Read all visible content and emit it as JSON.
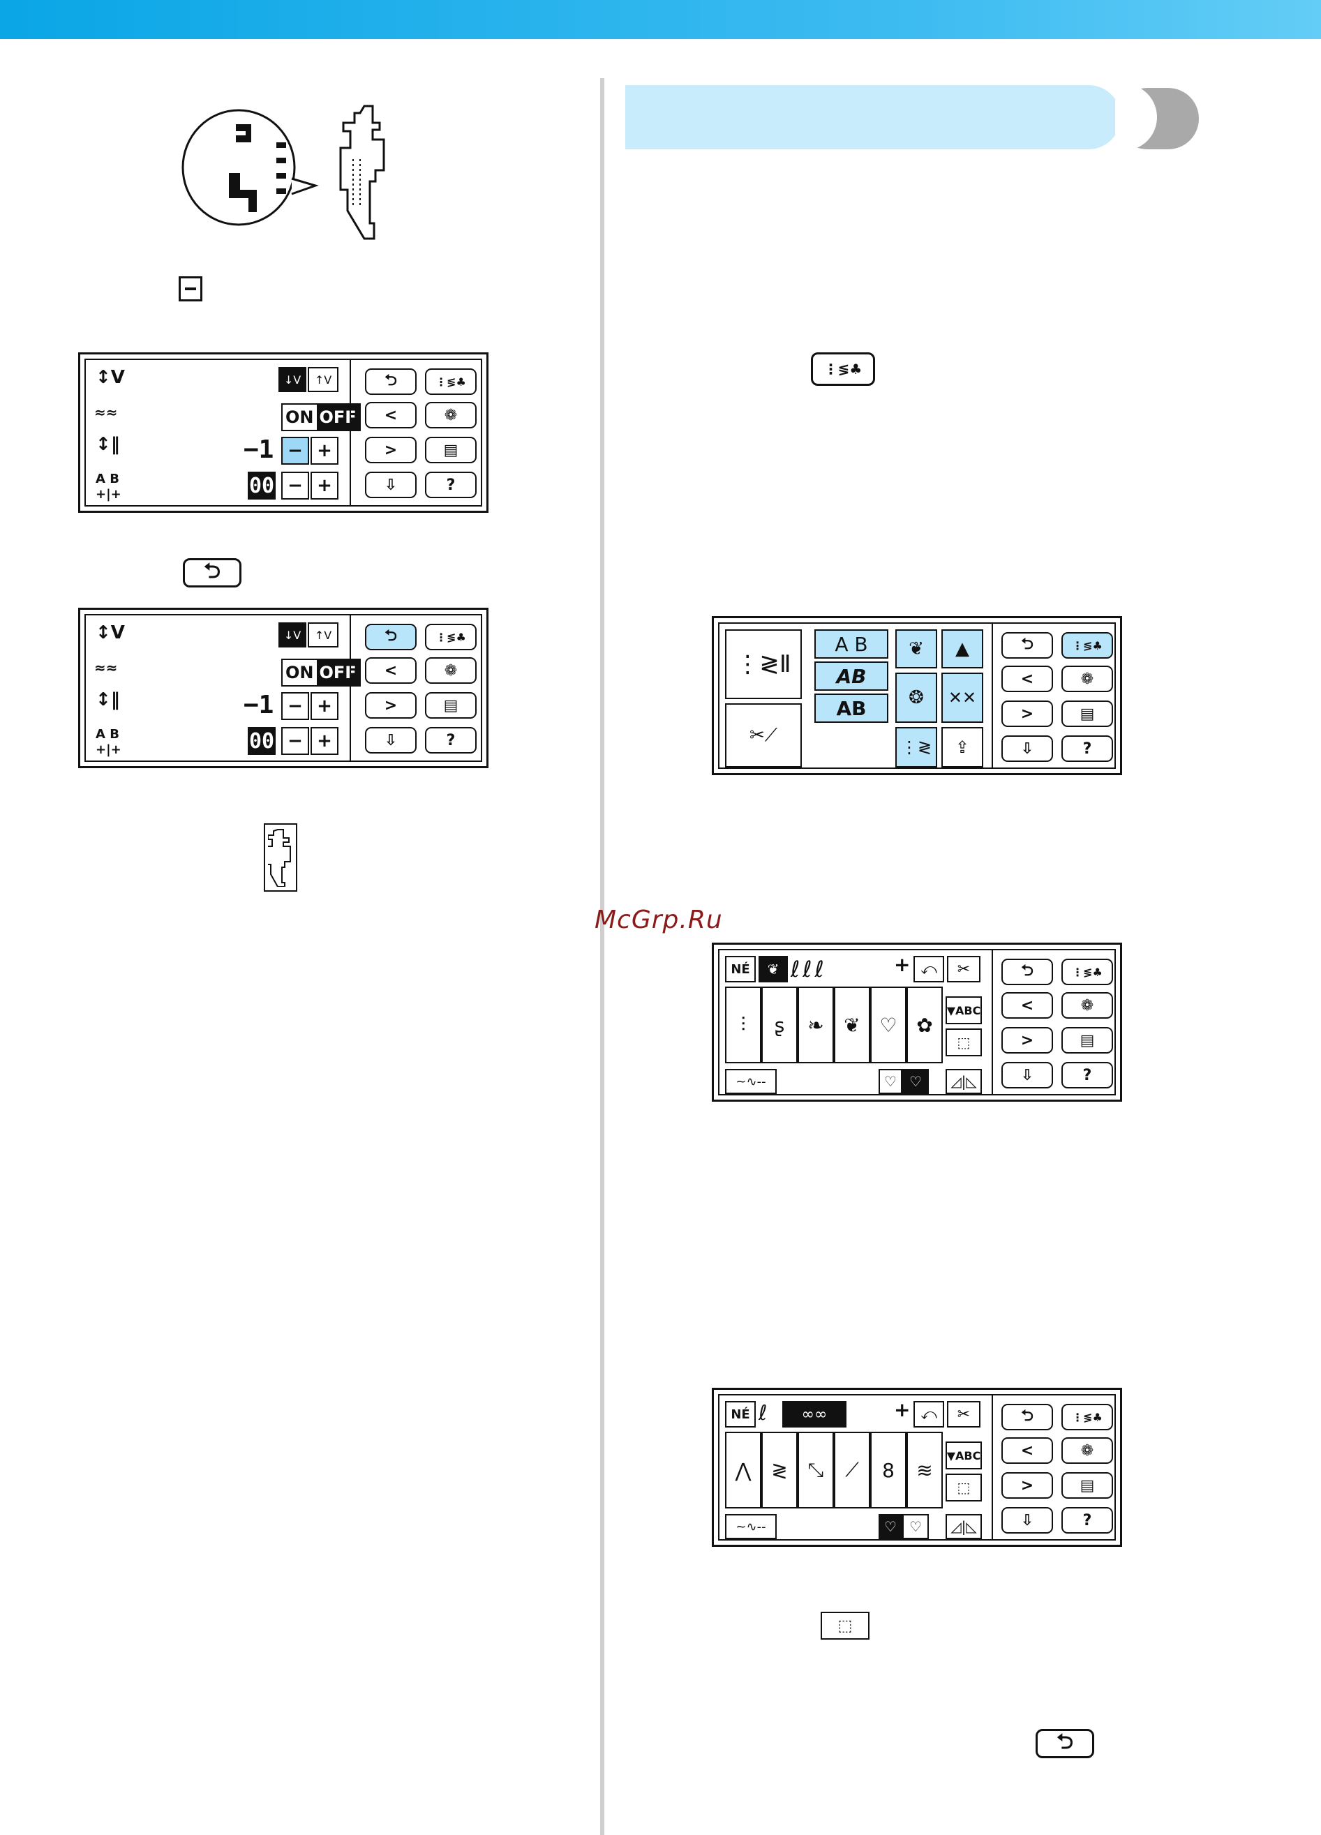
{
  "watermark": "McGrp.Ru",
  "icons": {
    "minus_button": "minus-button-icon",
    "back_button": "back-arrow-icon",
    "presser_foot": "presser-foot-icon",
    "pattern_select": "pattern-select-icon",
    "color_pattern": "color-pattern-icon"
  },
  "colors": {
    "header_bar": "#0aa6e6",
    "section_tab": "#c8ecfb",
    "selected": "#b9e5fb"
  },
  "panel_a": {
    "value_row3": "−1",
    "value_row4": "00",
    "toggle_on": "ON",
    "toggle_off": "OFF",
    "minus": "−",
    "plus": "+",
    "prev": "<",
    "next": ">"
  },
  "panel_b": {
    "value_row3": "−1",
    "value_row4": "00",
    "toggle_on": "ON",
    "toggle_off": "OFF",
    "minus": "−",
    "plus": "+",
    "prev": "<",
    "next": ">"
  },
  "panel_c": {
    "font_ab_1": "A B",
    "font_ab_2": "AB",
    "font_ab_3": "AB",
    "prev": "<",
    "next": ">"
  },
  "panel_d": {
    "ne": "NÉ",
    "abc": "▼ABC",
    "prev": "<",
    "next": ">"
  },
  "panel_e": {
    "ne": "NÉ",
    "abc": "▼ABC",
    "prev": "<",
    "next": ">"
  }
}
